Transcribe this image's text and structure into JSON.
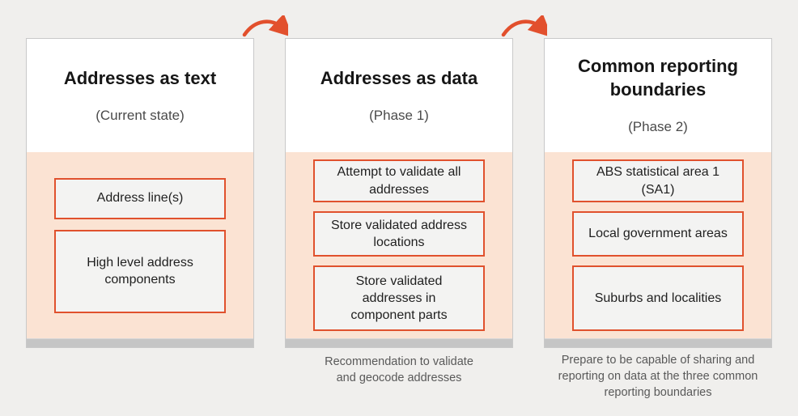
{
  "colors": {
    "background": "#f0efed",
    "card_background": "#ffffff",
    "card_border": "#c9c9c9",
    "body_peach": "#fbe3d3",
    "box_fill": "#f3f3f2",
    "box_border": "#e0512d",
    "footer_strip": "#c5c5c5",
    "arrow": "#e2502d",
    "title_text": "#161616",
    "subtitle_text": "#4a4a4a",
    "caption_text": "#595959"
  },
  "arrows": [
    {
      "icon": "curved-right-arrow",
      "from": "addresses-as-text",
      "to": "addresses-as-data"
    },
    {
      "icon": "curved-right-arrow",
      "from": "addresses-as-data",
      "to": "common-reporting-boundaries"
    }
  ],
  "cards": [
    {
      "title": "Addresses as text",
      "subtitle": "(Current state)",
      "boxes": [
        "Address line(s)",
        "High level address\ncomponents"
      ],
      "caption": ""
    },
    {
      "title": "Addresses as data",
      "subtitle": "(Phase 1)",
      "boxes": [
        "Attempt to validate all\naddresses",
        "Store validated address\nlocations",
        "Store validated\naddresses in\ncomponent parts"
      ],
      "caption": "Recommendation to validate\nand geocode addresses"
    },
    {
      "title": "Common reporting\nboundaries",
      "subtitle": "(Phase 2)",
      "boxes": [
        "ABS statistical area 1\n(SA1)",
        "Local government areas",
        "Suburbs and localities"
      ],
      "caption": "Prepare to be capable of sharing and\nreporting on data at the three common\nreporting boundaries"
    }
  ]
}
